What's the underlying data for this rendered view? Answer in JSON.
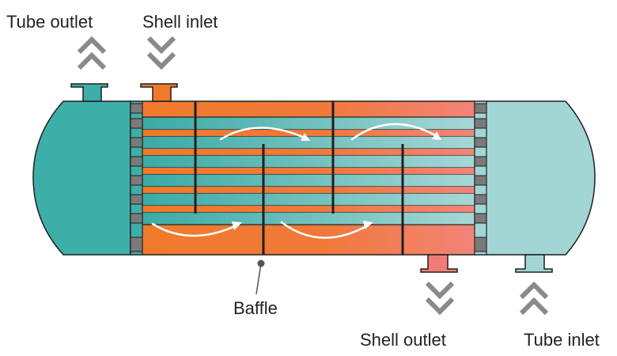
{
  "labels": {
    "tube_outlet": "Tube outlet",
    "shell_inlet": "Shell inlet",
    "baffle": "Baffle",
    "shell_outlet": "Shell outlet",
    "tube_inlet": "Tube inlet"
  },
  "colors": {
    "tube_head_outlet": "#3eaea9",
    "tube_head_inlet": "#9dd3d2",
    "shell_hot": "#f07a2a",
    "shell_cool": "#f17c77",
    "tube_sheet": "#7a7a7a",
    "baffle": "#222222",
    "arrow_chevron": "#8a8a8a",
    "flow_arrow": "#ffffff"
  }
}
